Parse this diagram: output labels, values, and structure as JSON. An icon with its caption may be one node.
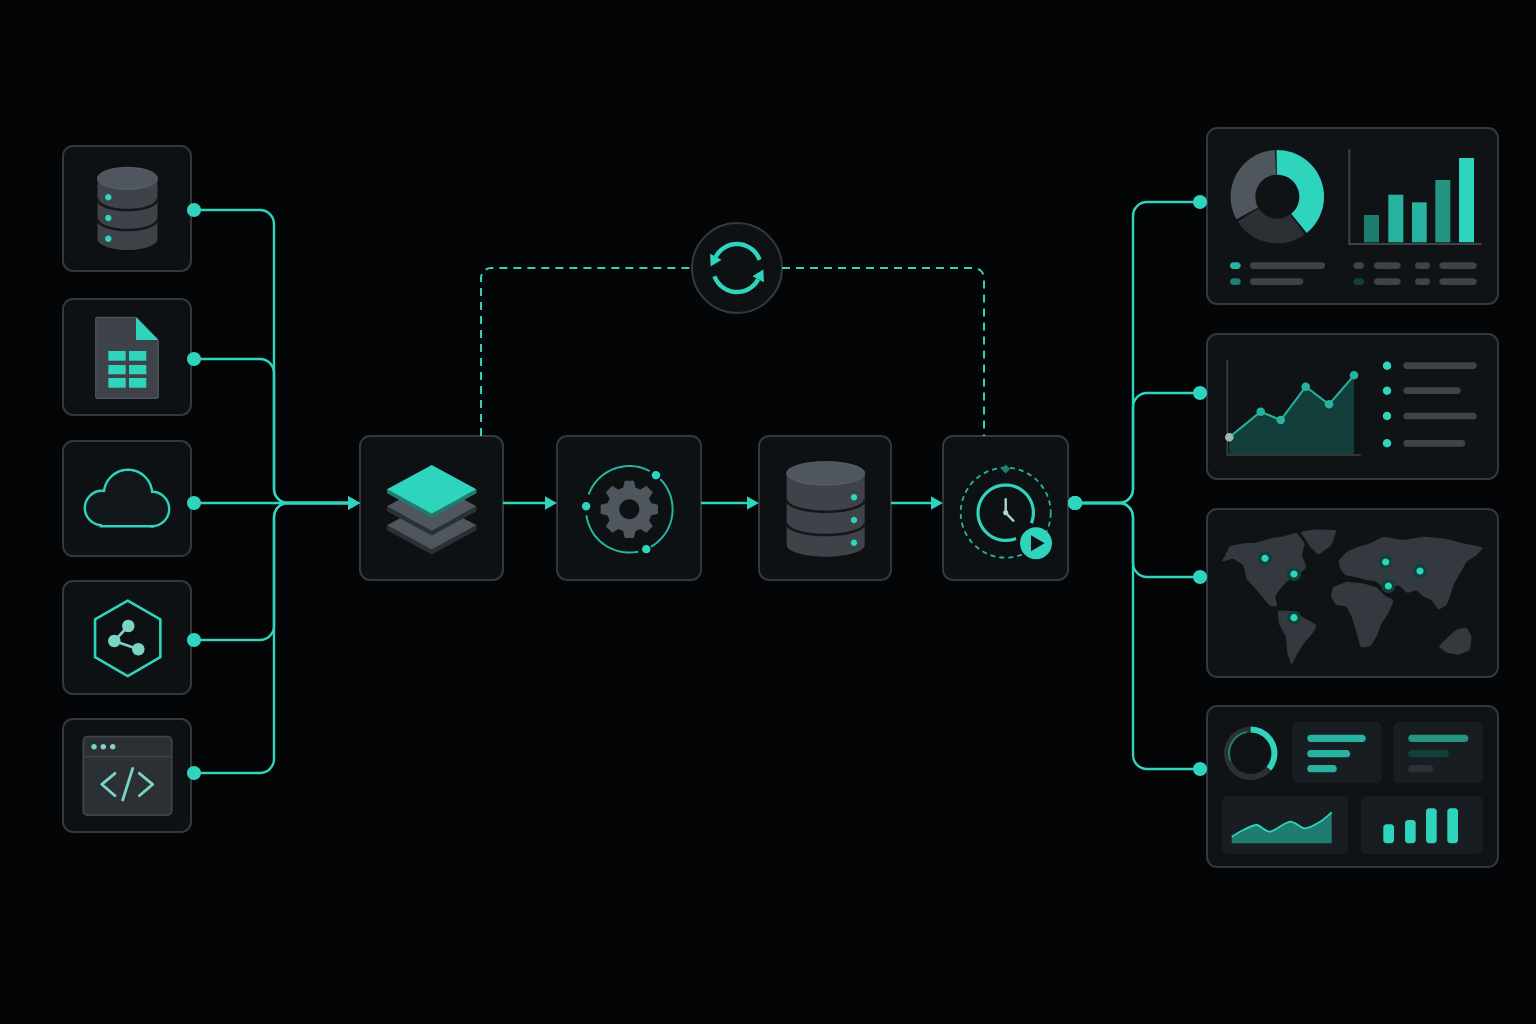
{
  "diagram": {
    "nodes": [
      {
        "text": [],
        "shape": "box"
      },
      {
        "text": [],
        "shape": "box"
      },
      {
        "text": [],
        "shape": "box"
      },
      {
        "text": [],
        "shape": "box"
      },
      {
        "text": [],
        "shape": "box"
      },
      {
        "text": [],
        "shape": "box"
      },
      {
        "text": [],
        "shape": "box"
      },
      {
        "text": [],
        "shape": "box"
      },
      {
        "text": [],
        "shape": "box"
      },
      {
        "text": [],
        "shape": "circle"
      },
      {
        "text": [],
        "shape": "box"
      },
      {
        "text": [],
        "shape": "box"
      },
      {
        "text": [],
        "shape": "box"
      },
      {
        "text": [],
        "shape": "box"
      }
    ],
    "edges": [
      {
        "from": 0,
        "to": 5,
        "arrow": "to"
      },
      {
        "from": 1,
        "to": 5,
        "arrow": "to"
      },
      {
        "from": 2,
        "to": 5,
        "arrow": "to"
      },
      {
        "from": 3,
        "to": 5,
        "arrow": "to"
      },
      {
        "from": 4,
        "to": 5,
        "arrow": "to"
      },
      {
        "from": 5,
        "to": 6,
        "arrow": "to"
      },
      {
        "from": 6,
        "to": 7,
        "arrow": "to"
      },
      {
        "from": 7,
        "to": 8,
        "arrow": "to"
      },
      {
        "from": 5,
        "to": 9,
        "arrow": "none",
        "style": "dashed"
      },
      {
        "from": 9,
        "to": 8,
        "arrow": "none",
        "style": "dashed"
      },
      {
        "from": 8,
        "to": 10,
        "arrow": "other"
      },
      {
        "from": 8,
        "to": 11,
        "arrow": "other"
      },
      {
        "from": 8,
        "to": 12,
        "arrow": "other"
      },
      {
        "from": 8,
        "to": 13,
        "arrow": "other"
      }
    ]
  }
}
